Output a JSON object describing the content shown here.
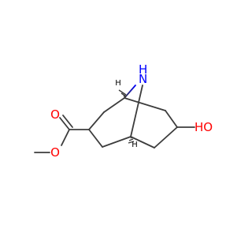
{
  "molecule": {
    "atoms": {
      "nitrogen": {
        "label": "N",
        "hydrogen": "H",
        "color": "#0000ff"
      },
      "hydroxyl": {
        "label": "HO",
        "color": "#ff0000"
      },
      "carbonyl_oxygen": {
        "label": "O",
        "color": "#ff0000"
      },
      "ester_oxygen": {
        "label": "O",
        "color": "#ff0000"
      },
      "stereo_h_upper": {
        "label": "H",
        "color": "#000000"
      },
      "stereo_h_lower": {
        "label": "H",
        "color": "#000000"
      }
    },
    "bond_color": "#3c3c3c"
  }
}
